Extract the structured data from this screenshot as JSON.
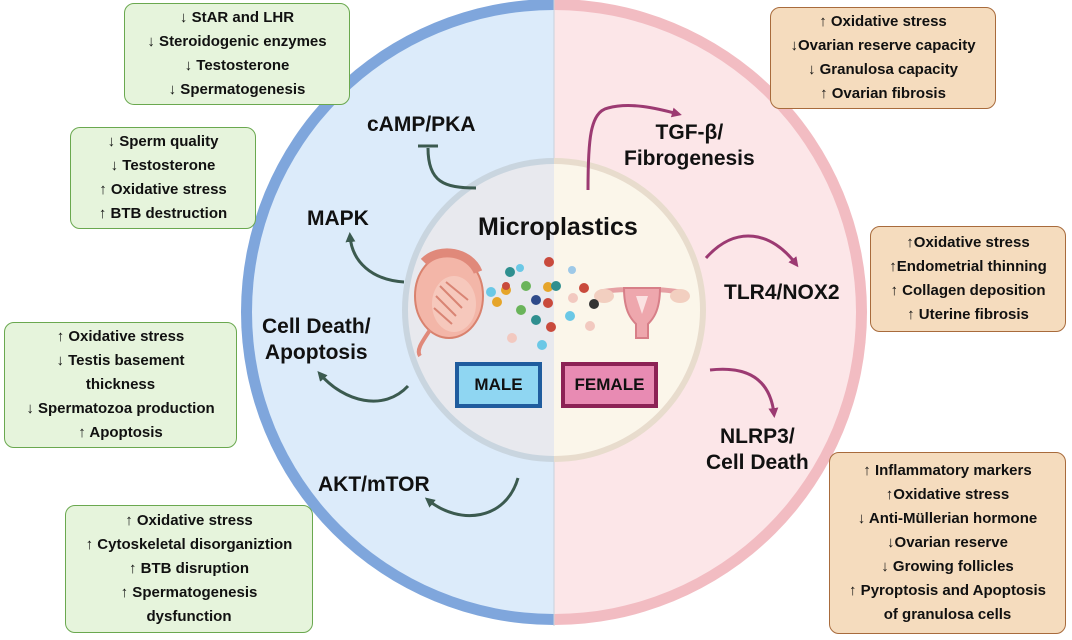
{
  "center": {
    "title": "Microplastics",
    "male_label": "MALE",
    "female_label": "FEMALE"
  },
  "colors": {
    "male_bg": "#dcebfa",
    "female_bg": "#fce6e8",
    "male_ring": "#7fa6dc",
    "female_ring": "#f2bcc2",
    "male_arrow": "#3b5a4f",
    "female_arrow": "#9c3a72",
    "green_box": "#e6f4dc",
    "tan_box": "#f5dcbe"
  },
  "icons": [
    "testis-icon",
    "uterus-icon",
    "microplastic-particles-icon"
  ],
  "pathways": {
    "male": {
      "camp_pka": "cAMP/PKA",
      "mapk": "MAPK",
      "cell_death": [
        "Cell Death/",
        "Apoptosis"
      ],
      "akt_mtor": "AKT/mTOR"
    },
    "female": {
      "tgf_beta": [
        "TGF-β/",
        "Fibrogenesis"
      ],
      "tlr4": "TLR4/NOX2",
      "nlrp3": [
        "NLRP3/",
        "Cell Death"
      ]
    }
  },
  "effects": {
    "male_1": [
      "↓ StAR and  LHR",
      "↓ Steroidogenic enzymes",
      "↓ Testosterone",
      "↓ Spermatogenesis"
    ],
    "male_2": [
      "↓ Sperm quality",
      "↓ Testosterone",
      "↑ Oxidative stress",
      "↑ BTB  destruction"
    ],
    "male_3": [
      "↑ Oxidative stress",
      "↓ Testis basement",
      "thickness",
      "↓  Spermatozoa production",
      "↑ Apoptosis"
    ],
    "male_4": [
      "↑ Oxidative stress",
      "↑ Cytoskeletal disorganiztion",
      "↑ BTB disruption",
      "↑  Spermatogenesis",
      "dysfunction"
    ],
    "female_1": [
      "↑ Oxidative stress",
      "↓Ovarian reserve capacity",
      "↓ Granulosa capacity",
      "↑ Ovarian fibrosis"
    ],
    "female_2": [
      "↑Oxidative stress",
      "↑Endometrial thinning",
      "↑ Collagen deposition",
      "↑ Uterine fibrosis"
    ],
    "female_3": [
      "↑ Inflammatory markers",
      "↑Oxidative stress",
      "↓ Anti-Müllerian hormone",
      "↓Ovarian reserve",
      "↓ Growing follicles",
      "↑ Pyroptosis and Apoptosis",
      "of granulosa cells"
    ]
  }
}
